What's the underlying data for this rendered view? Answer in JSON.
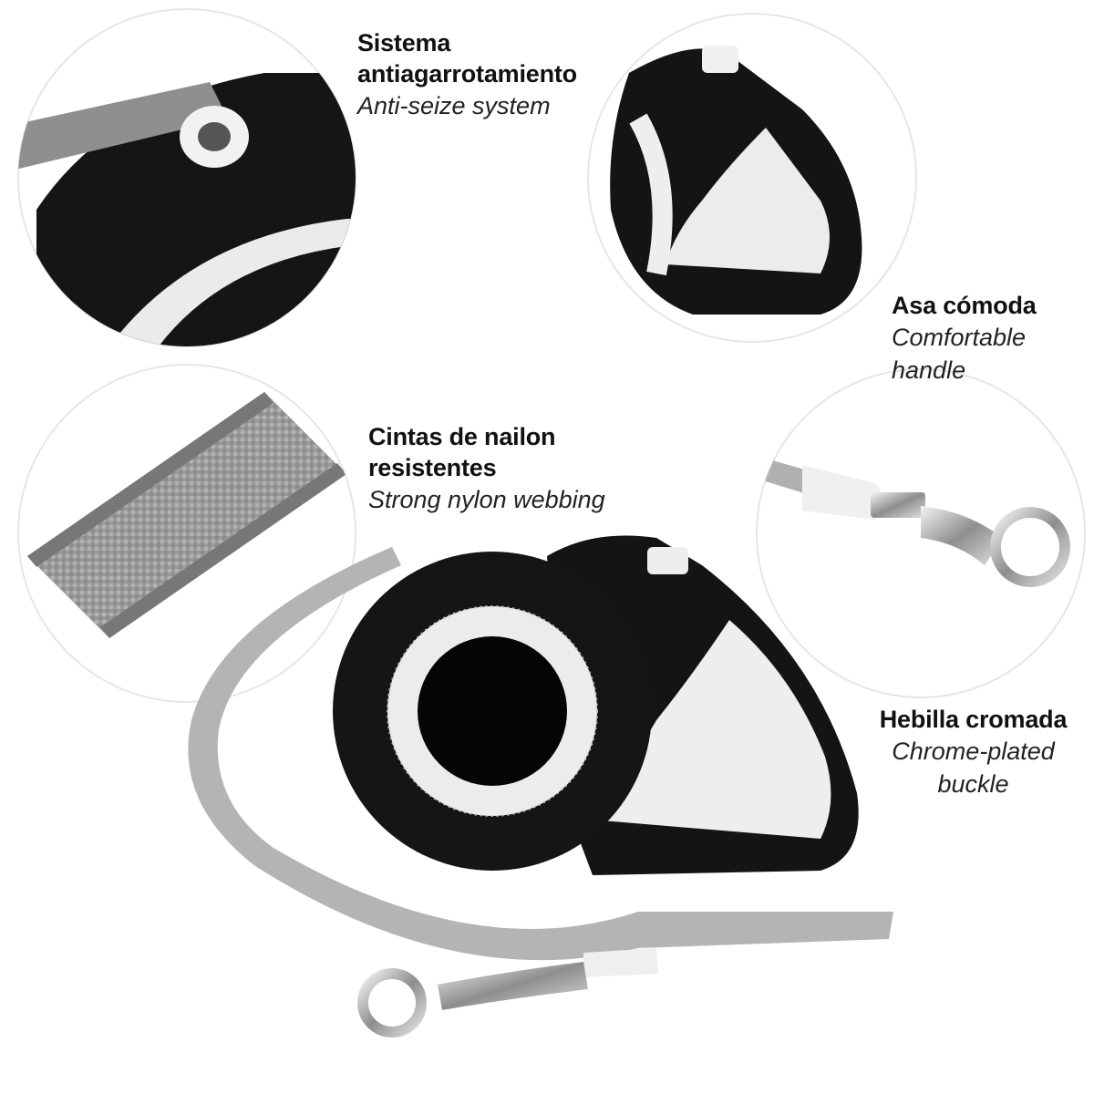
{
  "features": {
    "anti_seize": {
      "title_line1": "Sistema",
      "title_line2": "antiagarrotamiento",
      "subtitle": "Anti-seize system"
    },
    "handle": {
      "title": "Asa cómoda",
      "subtitle_line1": "Comfortable",
      "subtitle_line2": "handle"
    },
    "nylon": {
      "title_line1": "Cintas de nailon",
      "title_line2": "resistentes",
      "subtitle": "Strong nylon webbing"
    },
    "buckle": {
      "title": "Hebilla cromada",
      "subtitle_line1": "Chrome-plated",
      "subtitle_line2": "buckle"
    }
  },
  "colors": {
    "body_black": "#141414",
    "accent_white": "#eeeeee",
    "strap_gray": "#a9a9a9",
    "chrome": "#c8c8c8"
  }
}
